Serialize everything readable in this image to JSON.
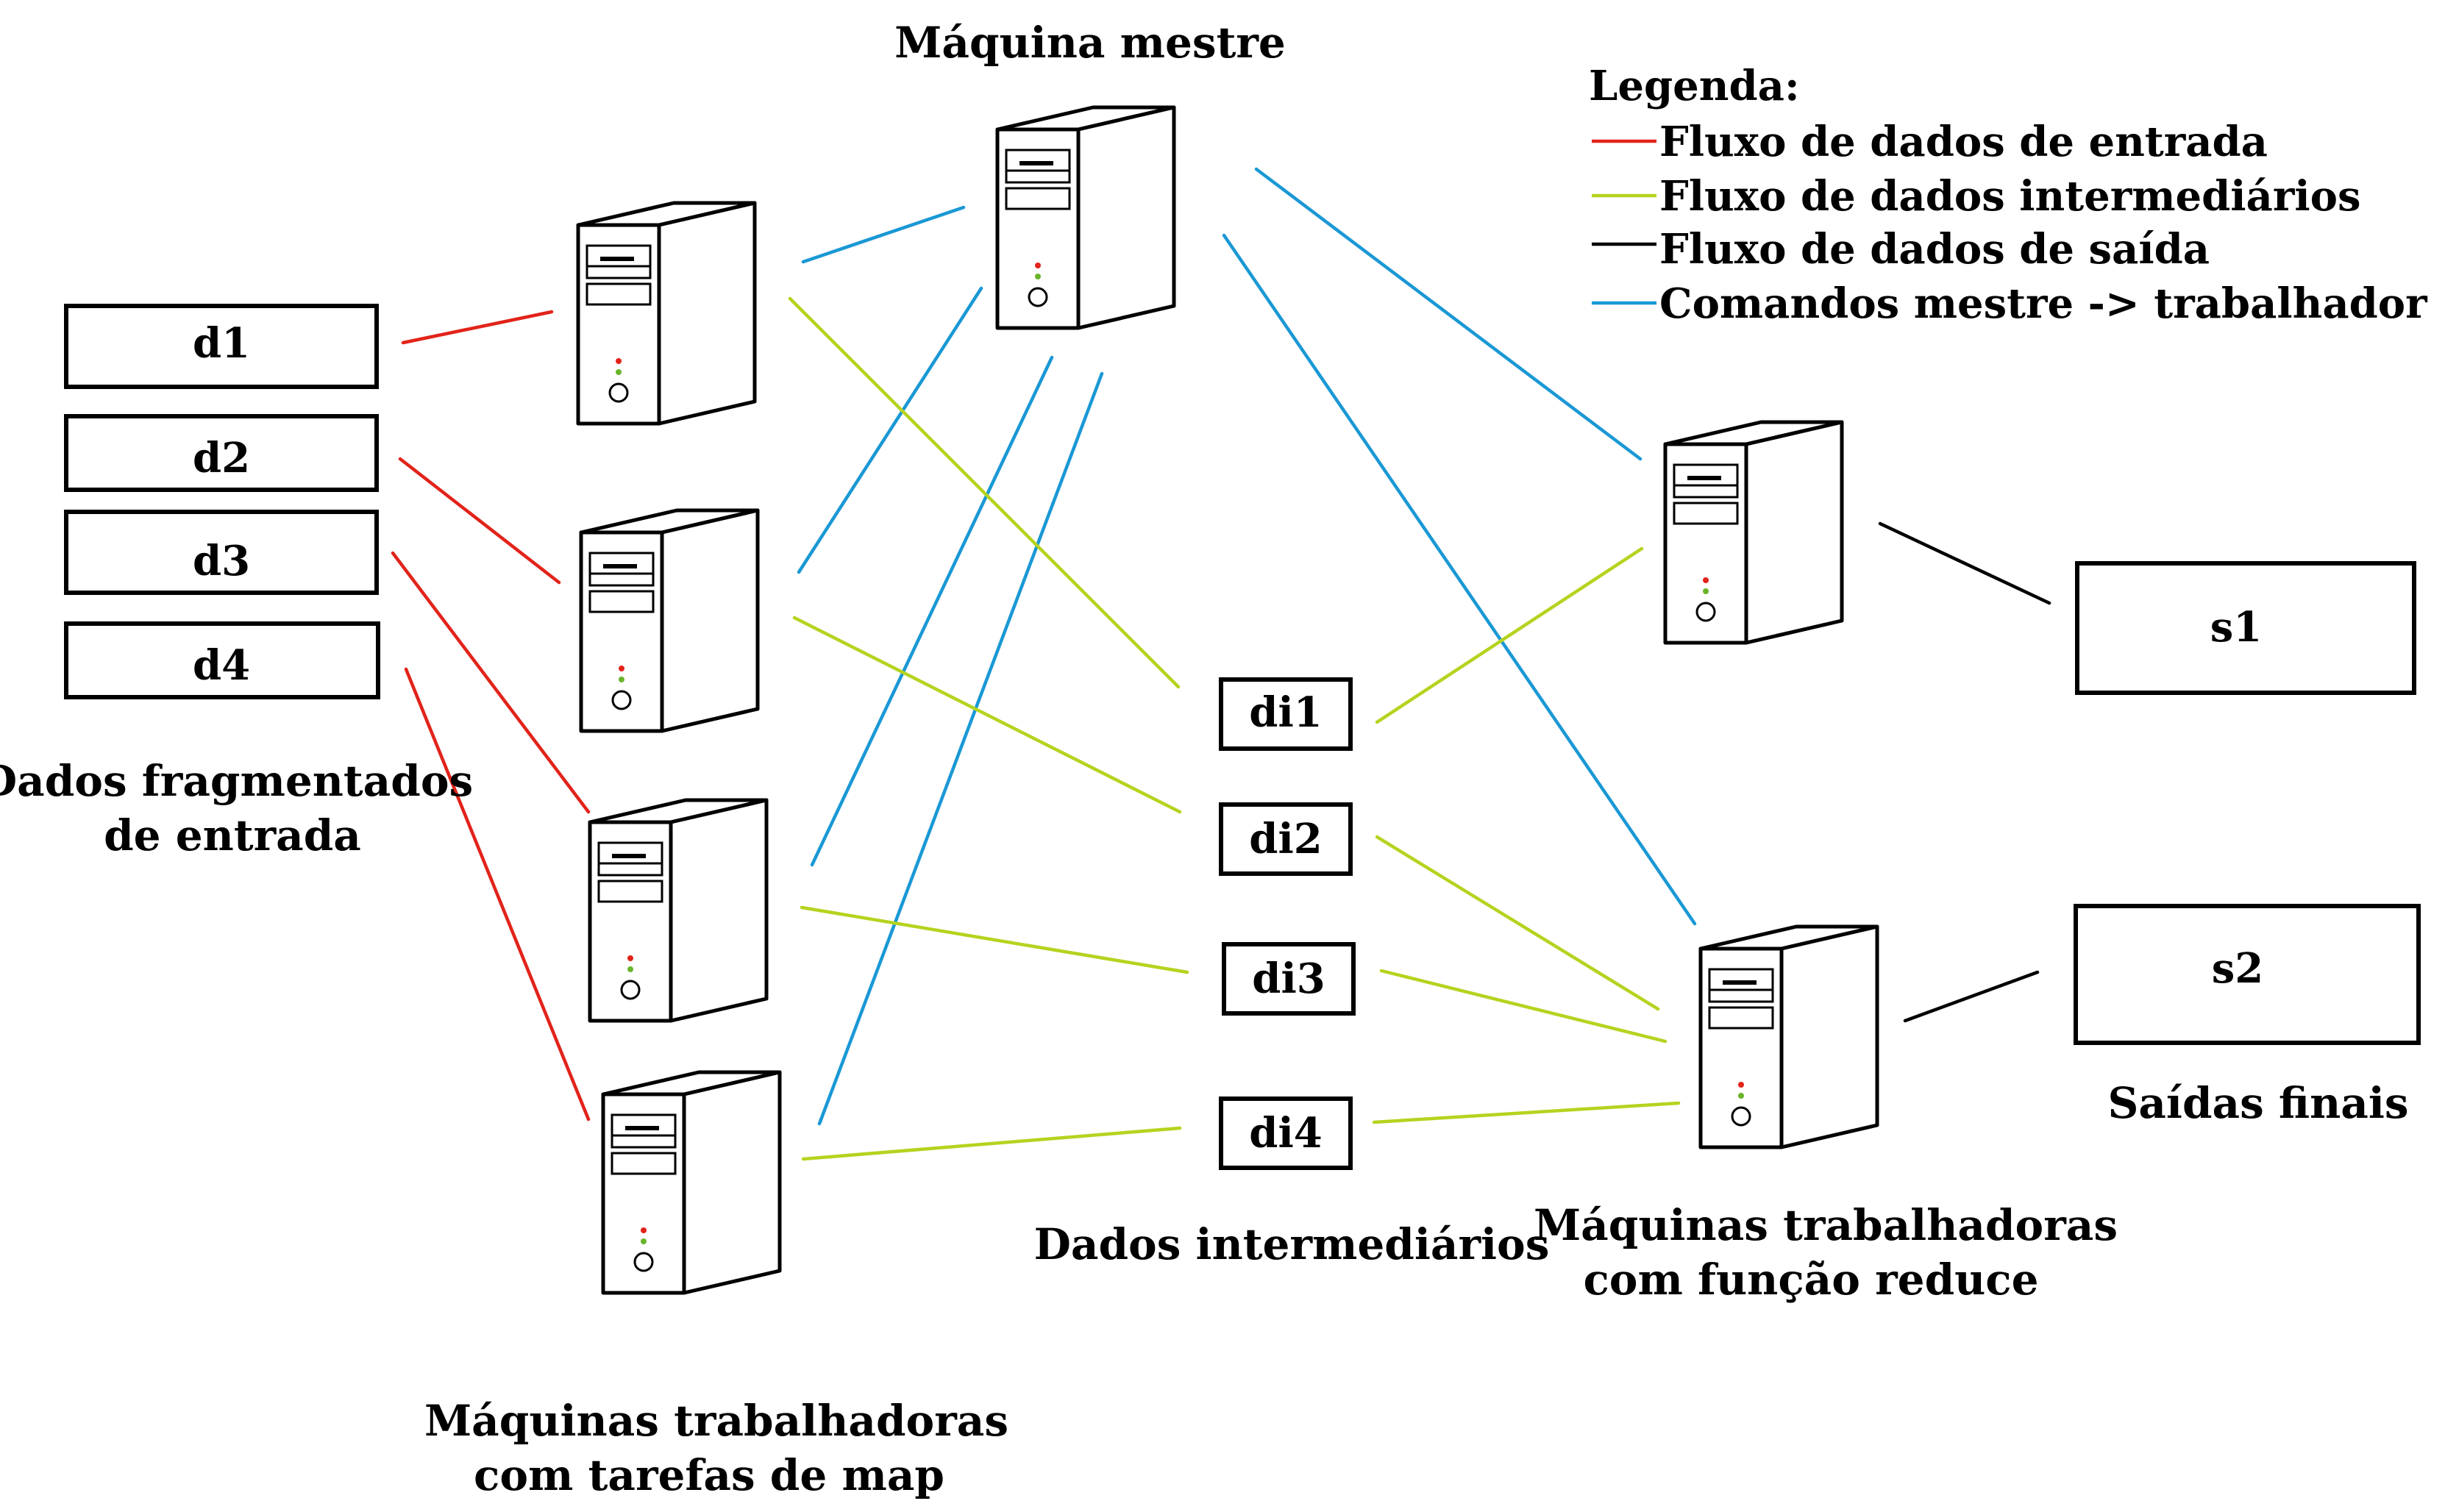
{
  "title": "Máquina mestre",
  "colors": {
    "input": "#e2231a",
    "intermediate": "#b5d31f",
    "output": "#000000",
    "command": "#1a98d5"
  },
  "legend": {
    "title": "Legenda:",
    "items": [
      {
        "label": "Fluxo de dados de entrada",
        "color": "input"
      },
      {
        "label": "Fluxo de dados intermediários",
        "color": "intermediate"
      },
      {
        "label": "Fluxo de dados de saída",
        "color": "output"
      },
      {
        "label": "Comandos mestre -> trabalhador",
        "color": "command"
      }
    ]
  },
  "inputs": {
    "caption_line1": "Dados fragmentados",
    "caption_line2": "de entrada",
    "items": [
      "d1",
      "d2",
      "d3",
      "d4"
    ]
  },
  "intermediate": {
    "caption": "Dados intermediários",
    "items": [
      "di1",
      "di2",
      "di3",
      "di4"
    ]
  },
  "outputs": {
    "caption": "Saídas finais",
    "items": [
      "s1",
      "s2"
    ]
  },
  "map_workers": {
    "caption_line1": "Máquinas trabalhadoras",
    "caption_line2": "com tarefas de map"
  },
  "reduce_workers": {
    "caption_line1": "Máquinas trabalhadoras",
    "caption_line2": "com função reduce"
  },
  "edges": [
    {
      "from": "d1",
      "to": "map1",
      "type": "input"
    },
    {
      "from": "d2",
      "to": "map2",
      "type": "input"
    },
    {
      "from": "d3",
      "to": "map3",
      "type": "input"
    },
    {
      "from": "d4",
      "to": "map4",
      "type": "input"
    },
    {
      "from": "master",
      "to": "map1",
      "type": "command"
    },
    {
      "from": "master",
      "to": "map2",
      "type": "command"
    },
    {
      "from": "master",
      "to": "map3",
      "type": "command"
    },
    {
      "from": "master",
      "to": "map4",
      "type": "command"
    },
    {
      "from": "master",
      "to": "reduce1",
      "type": "command"
    },
    {
      "from": "master",
      "to": "reduce2",
      "type": "command"
    },
    {
      "from": "map1",
      "to": "di1",
      "type": "intermediate"
    },
    {
      "from": "map2",
      "to": "di2",
      "type": "intermediate"
    },
    {
      "from": "map3",
      "to": "di3",
      "type": "intermediate"
    },
    {
      "from": "map4",
      "to": "di4",
      "type": "intermediate"
    },
    {
      "from": "di1",
      "to": "reduce1",
      "type": "intermediate"
    },
    {
      "from": "di2",
      "to": "reduce2",
      "type": "intermediate"
    },
    {
      "from": "di3",
      "to": "reduce2",
      "type": "intermediate"
    },
    {
      "from": "di4",
      "to": "reduce2",
      "type": "intermediate"
    },
    {
      "from": "reduce1",
      "to": "s1",
      "type": "output"
    },
    {
      "from": "reduce2",
      "to": "s2",
      "type": "output"
    }
  ]
}
